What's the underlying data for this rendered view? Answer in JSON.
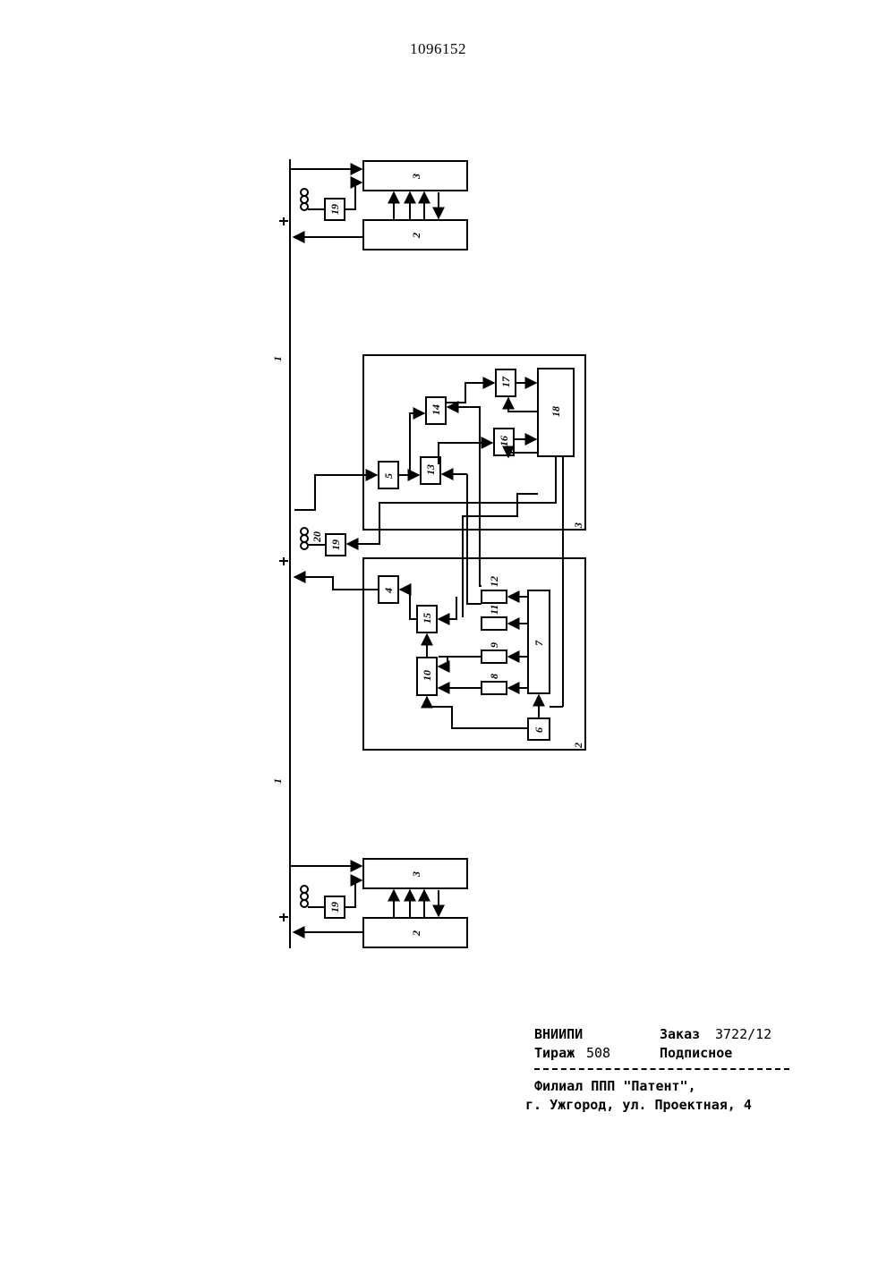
{
  "document": {
    "patent_number": "1096152"
  },
  "figure": {
    "labels": {
      "bus": "1",
      "unit2": "2",
      "unit3": "3",
      "b4": "4",
      "b5": "5",
      "b6": "6",
      "b7": "7",
      "b8": "8",
      "b9": "9",
      "b10": "10",
      "b11": "11",
      "b12": "12",
      "b13": "13",
      "b14": "14",
      "b15": "15",
      "b16": "16",
      "b17": "17",
      "b18": "18",
      "b19": "19",
      "b20": "20"
    }
  },
  "imprint": {
    "org": "ВНИИПИ",
    "order_label": "Заказ",
    "order_value": "3722/12",
    "circulation_label": "Тираж",
    "circulation_value": "508",
    "subscription": "Подписное",
    "branch": "Филиал ППП \"Патент\",",
    "address": "г. Ужгород, ул. Проектная, 4"
  }
}
